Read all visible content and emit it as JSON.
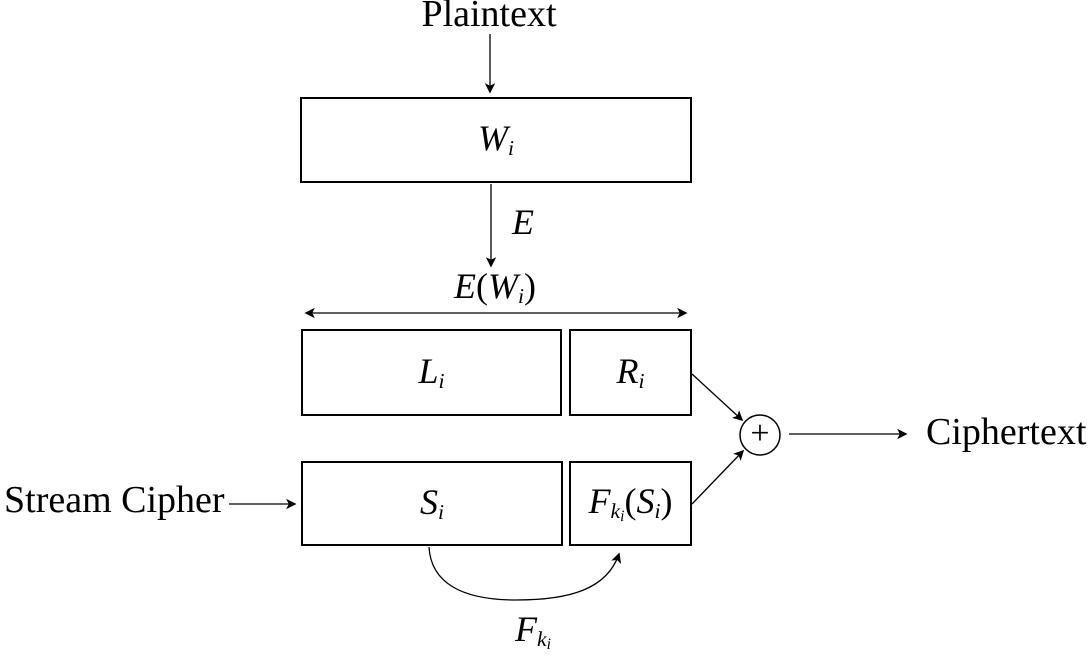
{
  "figure": {
    "type": "block-diagram",
    "colors": {
      "ink": "#000000",
      "background": "#ffffff"
    },
    "icons": {
      "xor": "circled-plus",
      "arrows": "filled-triangle-arrowheads"
    },
    "labels": {
      "plaintext": "Plaintext",
      "stream_cipher": "Stream Cipher",
      "ciphertext": "Ciphertext",
      "encryption_function": "E",
      "xor": "+"
    },
    "math": {
      "w": {
        "base": "W",
        "sub": "i"
      },
      "ew": {
        "func": "E",
        "open": "(",
        "base": "W",
        "sub": "i",
        "close": ")"
      },
      "l": {
        "base": "L",
        "sub": "i"
      },
      "r": {
        "base": "R",
        "sub": "i"
      },
      "s": {
        "base": "S",
        "sub": "i"
      },
      "fs": {
        "func": "F",
        "key": "k",
        "key_sub": "i",
        "open": "(",
        "arg": "S",
        "arg_sub": "i",
        "close": ")"
      },
      "f": {
        "func": "F",
        "key": "k",
        "key_sub": "i"
      }
    }
  }
}
